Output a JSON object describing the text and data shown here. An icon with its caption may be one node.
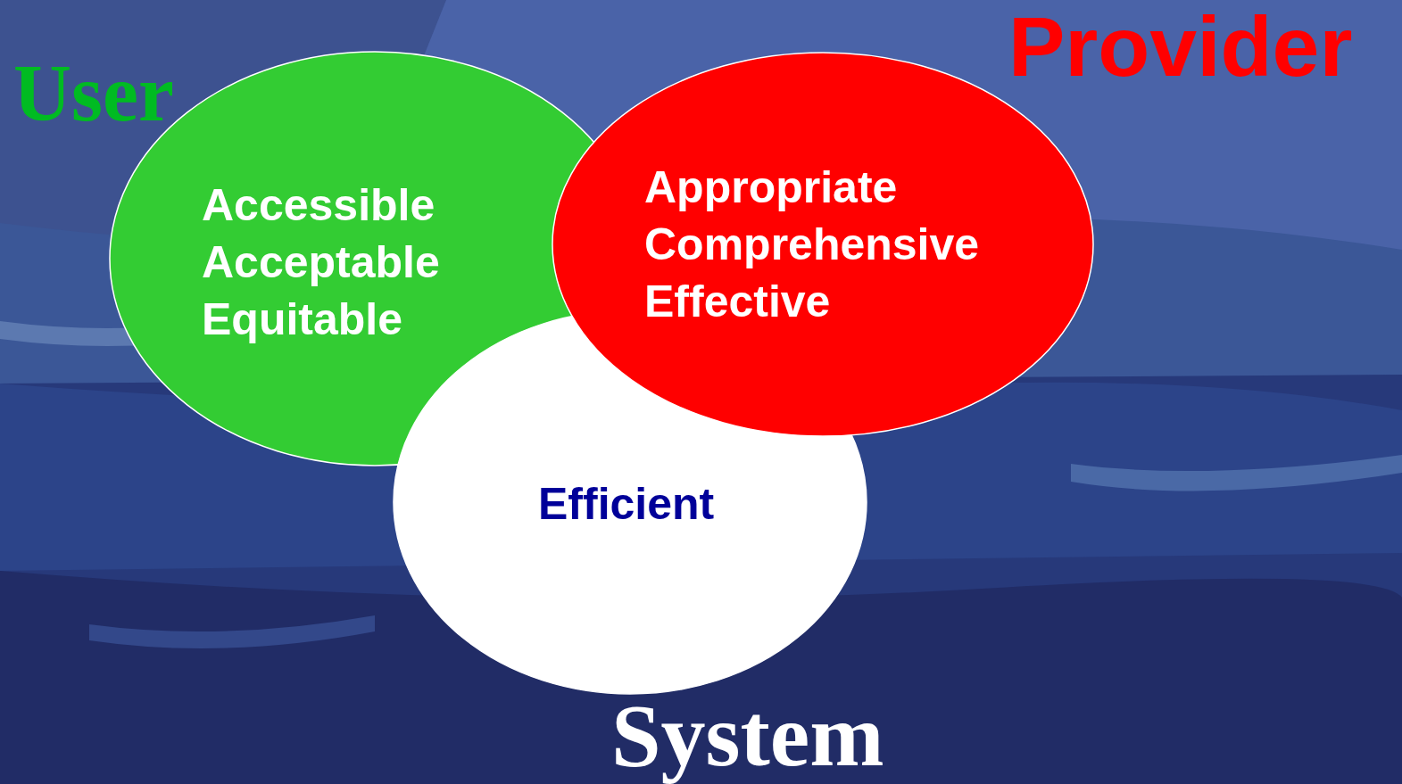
{
  "diagram": {
    "nodes": [
      {
        "text": [
          "User",
          "Accessible",
          "Acceptable",
          "Equitable"
        ]
      },
      {
        "text": [
          "Efficient",
          "System"
        ]
      },
      {
        "text": [
          "Provider",
          "Appropriate",
          "Comprehensive",
          "Effective"
        ]
      }
    ]
  }
}
